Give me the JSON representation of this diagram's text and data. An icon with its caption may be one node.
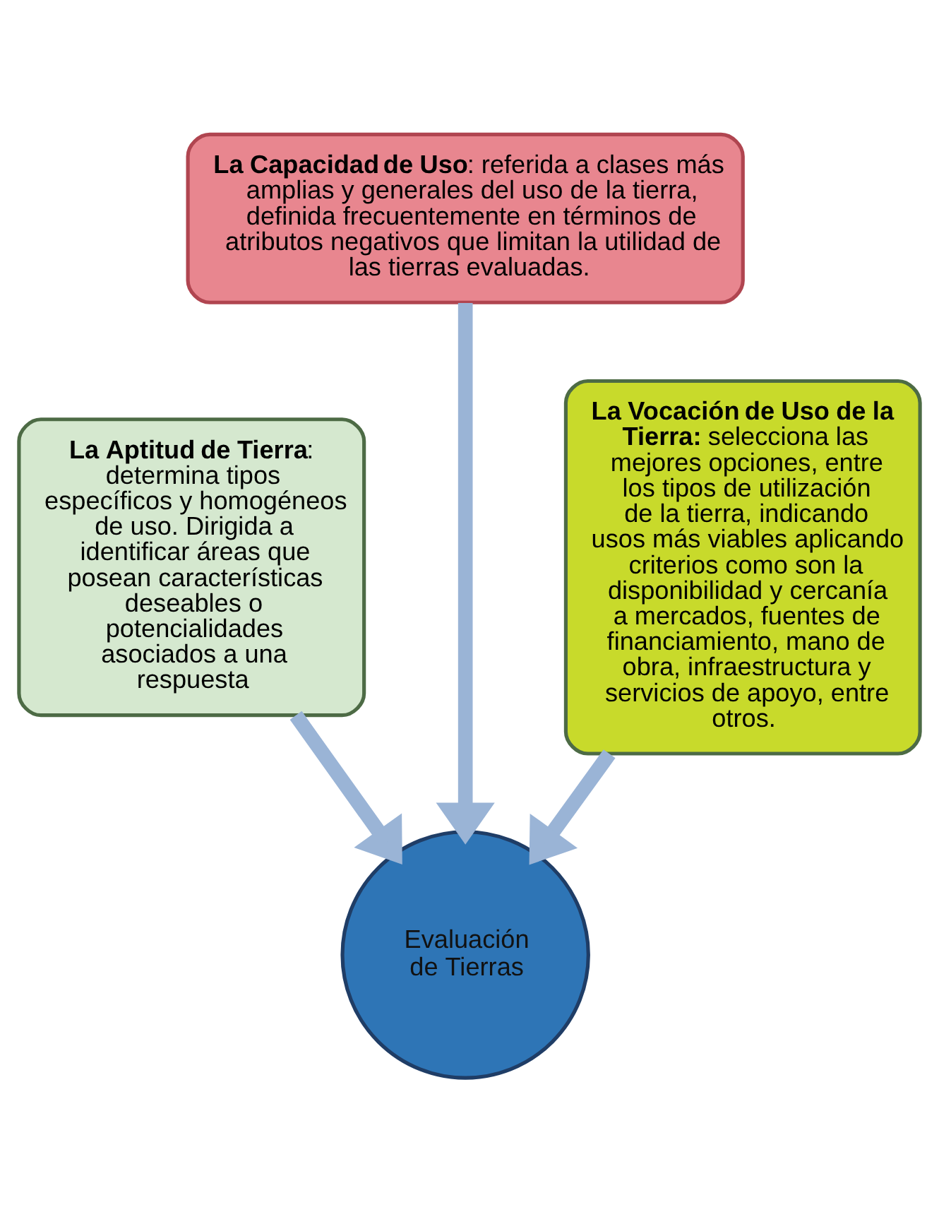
{
  "diagram": {
    "nodes": [
      {
        "text": [
          "**La Capacidad de Uso**: referida a clases más amplias y generales del uso de la tierra, definida frecuentemente en términos de atributos negativos que limitan la utilidad de las tierras evaluadas."
        ]
      },
      {
        "text": [
          "**La Aptitud de Tierra**: determina tipos específicos y homogéneos de uso. Dirigida a identificar áreas que posean características deseables o potencialidades asociados a una respuesta"
        ]
      },
      {
        "text": [
          "**La Vocación de Uso de la Tierra:** selecciona las mejores opciones, entre los tipos de utilización de la tierra, indicando usos más viables aplicando criterios como son la disponibilidad y cercanía a mercados, fuentes de financiamiento, mano de obra, infraestructura y servicios de apoyo, entre otros."
        ]
      },
      {
        "text": [
          "Evaluación de Tierras"
        ]
      }
    ],
    "edges": [
      {
        "from": 1,
        "to": 3,
        "arrow": "to"
      },
      {
        "from": 0,
        "to": 3,
        "arrow": "to"
      },
      {
        "from": 2,
        "to": 3,
        "arrow": "to"
      }
    ]
  }
}
